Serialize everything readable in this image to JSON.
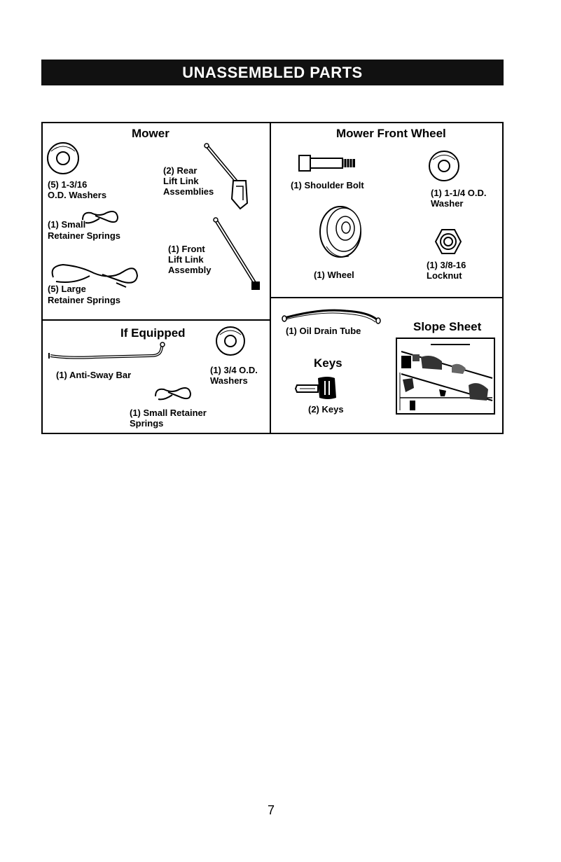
{
  "page_title": "UNASSEMBLED PARTS",
  "mower": {
    "heading": "Mower",
    "washers": "(5) 1-3/16\nO.D. Washers",
    "rear_lift_link": "(2) Rear\nLift Link\nAssemblies",
    "small_springs_qty": "(1) Small",
    "small_springs_name": "Retainer Springs",
    "front_lift_link": "(1) Front\nLift Link\nAssembly",
    "large_springs_qty": "(5) Large",
    "large_springs_name": "Retainer Springs"
  },
  "if_equipped": {
    "heading": "If Equipped",
    "anti_sway_bar": "(1) Anti-Sway Bar",
    "washers": "(1) 3/4 O.D.\nWashers",
    "small_springs": "(1) Small Retainer\nSprings"
  },
  "front_wheel": {
    "heading": "Mower Front Wheel",
    "shoulder_bolt": "(1) Shoulder Bolt",
    "washer": "(1) 1-1/4 O.D.\nWasher",
    "wheel": "(1) Wheel",
    "locknut": "(1) 3/8-16\nLocknut"
  },
  "misc": {
    "oil_drain_tube": "(1) Oil Drain Tube",
    "keys_heading": "Keys",
    "keys": "(2) Keys",
    "slope_sheet_heading": "Slope Sheet"
  },
  "page_number": "7"
}
